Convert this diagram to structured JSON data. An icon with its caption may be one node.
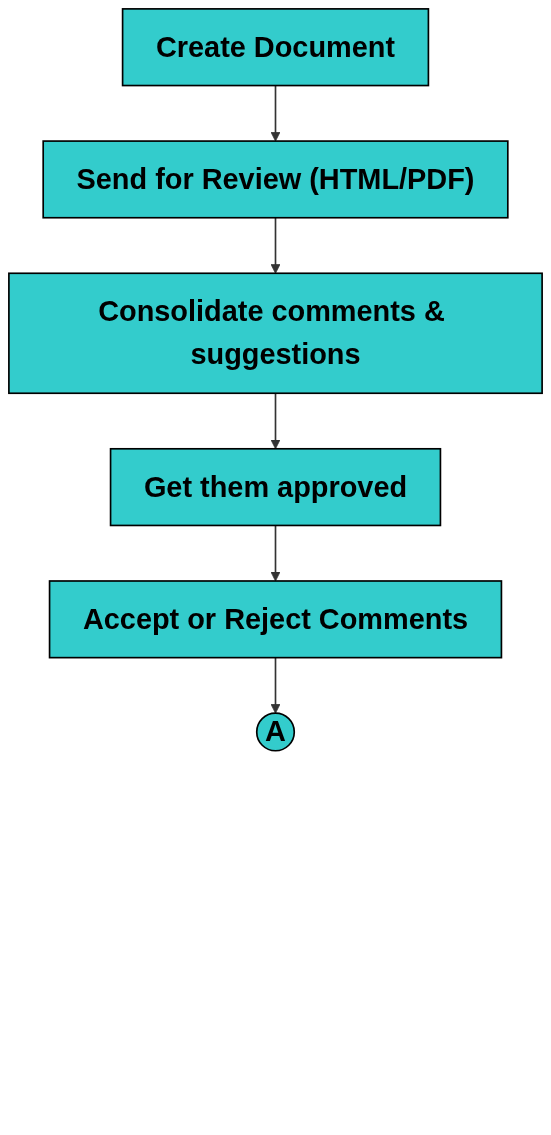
{
  "diagram": {
    "nodes": [
      {
        "text": [
          "Create Document"
        ]
      },
      {
        "text": [
          "Send for Review (HTML/PDF)"
        ]
      },
      {
        "text": [
          "Consolidate comments & suggestions"
        ]
      },
      {
        "text": [
          "Get them approved"
        ]
      },
      {
        "text": [
          "Accept or Reject Comments"
        ]
      },
      {
        "text": [
          "A"
        ]
      }
    ],
    "edges": [
      {
        "from": 0,
        "to": 1,
        "arrow": "to"
      },
      {
        "from": 1,
        "to": 2,
        "arrow": "to"
      },
      {
        "from": 2,
        "to": 3,
        "arrow": "to"
      },
      {
        "from": 3,
        "to": 4,
        "arrow": "to"
      },
      {
        "from": 4,
        "to": 5,
        "arrow": "to"
      }
    ]
  }
}
